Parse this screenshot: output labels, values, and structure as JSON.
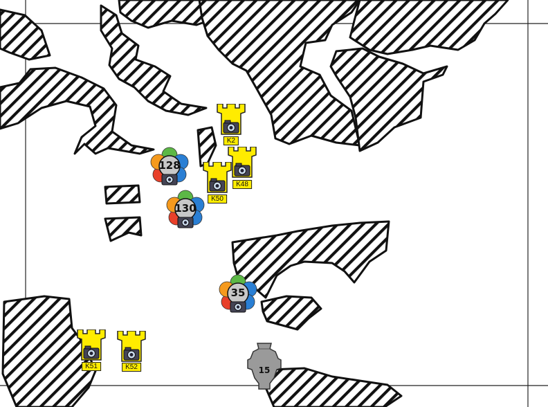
{
  "castles": [
    {
      "label": "K2"
    },
    {
      "label": "K48"
    },
    {
      "label": "K50"
    },
    {
      "label": "K51"
    },
    {
      "label": "K52"
    }
  ],
  "flowers": [
    {
      "number": "128"
    },
    {
      "number": "130"
    },
    {
      "number": "35"
    }
  ],
  "vase": {
    "number": "15"
  },
  "colors": {
    "castle_yellow": "#ffec00",
    "hatch": "#111111",
    "petal_red": "#e8402a",
    "petal_orange": "#f59a1e",
    "petal_green": "#5cb846",
    "petal_blue": "#2a7fd4",
    "vase_grey": "#9a9a9a"
  },
  "icons": [
    "castle-icon",
    "camera-icon",
    "flower-icon",
    "vase-icon"
  ]
}
